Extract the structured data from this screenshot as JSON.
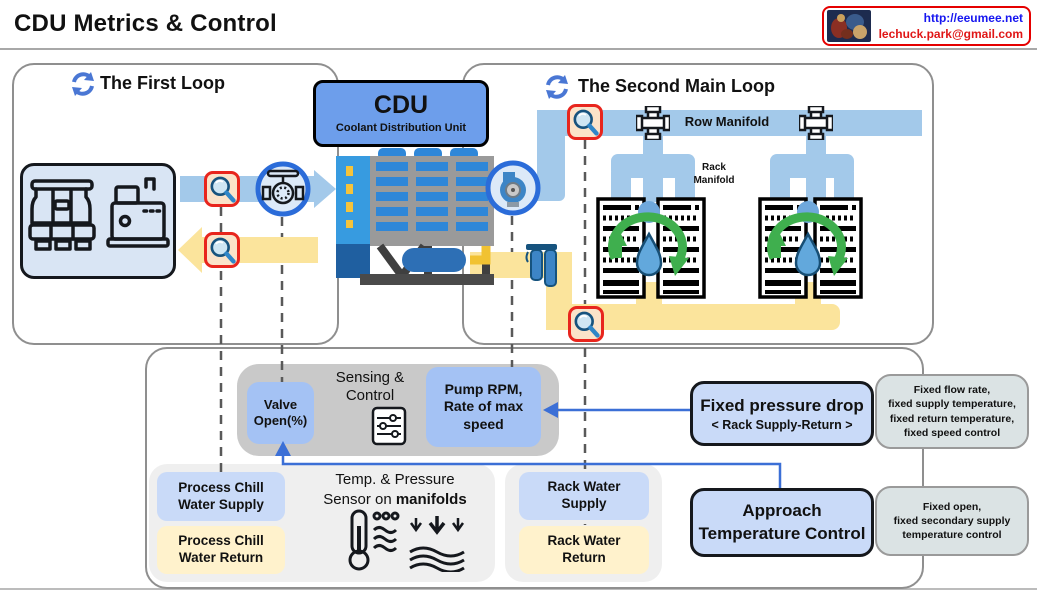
{
  "page": {
    "title": "CDU Metrics & Control"
  },
  "badge": {
    "url": "http://eeumee.net",
    "email": "lechuck.park@gmail.com"
  },
  "loops": {
    "first_label": "The First Loop",
    "second_label": "The Second Main Loop"
  },
  "cdu": {
    "name": "CDU",
    "subtitle": "Coolant Distribution Unit"
  },
  "labels": {
    "row_manifold": "Row Manifold",
    "rack_manifold": "Rack\nManifold"
  },
  "control": {
    "valve_open": "Valve\nOpen(%)",
    "sensing_control": "Sensing &\nControl",
    "pump_rpm": "Pump RPM,\nRate of max\nspeed"
  },
  "water": {
    "process_supply": "Process Chill\nWater Supply",
    "process_return": "Process Chill\nWater Return",
    "sensor_line1": "Temp. & Pressure",
    "sensor_prefix": "Sensor on ",
    "sensor_bold": "manifolds",
    "rack_supply": "Rack Water\nSupply",
    "rack_return": "Rack Water\nReturn"
  },
  "strategy": {
    "fixed_pressure_title": "Fixed pressure drop",
    "fixed_pressure_sub": "< Rack Supply-Return >",
    "fixed_pressure_note": "Fixed flow rate,\nfixed supply temperature,\nfixed return temperature,\nfixed speed control",
    "approach_title": "Approach\nTemperature Control",
    "approach_note": "Fixed open,\nfixed secondary supply\ntemperature control"
  },
  "icons": {
    "sync": "circular-arrows",
    "magnifier": "magnifying-glass",
    "valve": "pipe-valve",
    "pump": "centrifugal-pump",
    "filter": "water-filter",
    "cross_connector": "pipe-cross",
    "cooling_tower": "cooling-tower",
    "chiller": "chiller-unit",
    "server_rack": "server-rack",
    "recirculation": "coolant-recirculation",
    "sliders": "control-sliders",
    "thermometer": "temperature-sensor",
    "pressure": "pressure-sensor"
  },
  "colors": {
    "pipe_blue": "#a3c9ea",
    "pipe_yellow": "#fbe49c",
    "cdu_blue": "#6d9eeb",
    "control_blue": "#a4c2f4",
    "pale_blue": "#c9daf8",
    "pale_yellow": "#fff2cc",
    "panel_gray": "#c9c9c9",
    "panel_light": "#efefef",
    "note_gray": "#dbe3e4",
    "ring_blue": "#2b6cd9",
    "connector_blue": "#3b6fd6",
    "magnifier_red": "#e8251d",
    "green": "#3faf4e",
    "droplet_blue": "#62a8dc"
  }
}
